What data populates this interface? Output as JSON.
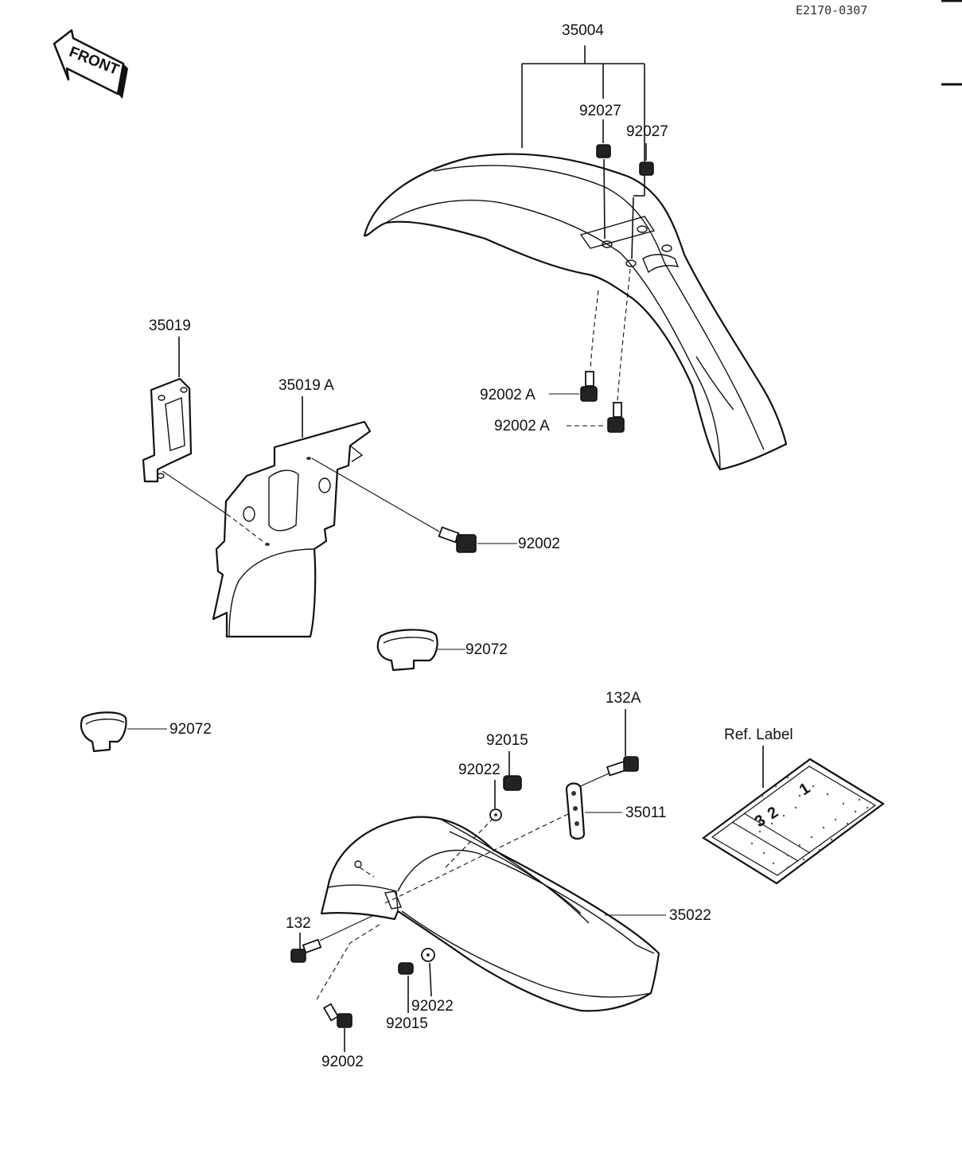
{
  "diagram": {
    "code": "E2170-0307",
    "front_label": "FRONT",
    "ref_label": "Ref. Label",
    "label_digits": [
      "3",
      "2",
      "1"
    ],
    "callouts": {
      "c35004": "35004",
      "c92027a": "92027",
      "c92027b": "92027",
      "c92002A_1": "92002 A",
      "c92002A_2": "92002 A",
      "c35019": "35019",
      "c35019A": "35019 A",
      "c92002_mid": "92002",
      "c92072_mid": "92072",
      "c92072_left": "92072",
      "c132A": "132A",
      "c92015_top": "92015",
      "c92022_top": "92022",
      "c35011": "35011",
      "c35022": "35022",
      "c132": "132",
      "c92022_bot": "92022",
      "c92015_bot": "92015",
      "c92002_bot": "92002"
    }
  }
}
